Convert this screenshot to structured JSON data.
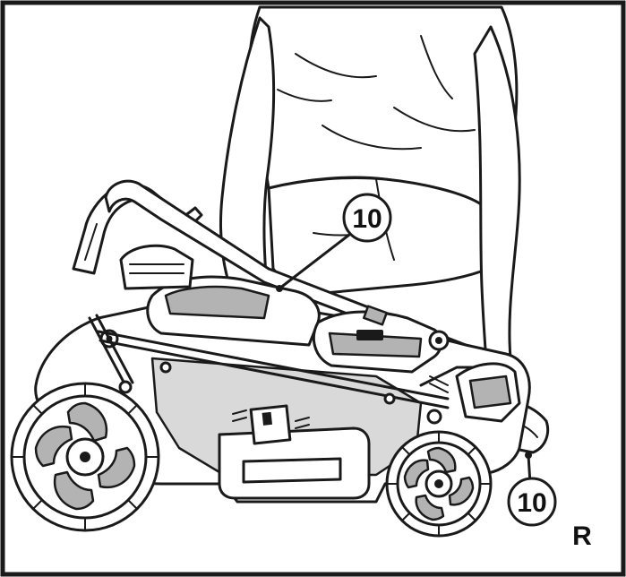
{
  "figure": {
    "callouts": [
      {
        "label": "10"
      },
      {
        "label": "10"
      }
    ],
    "figure_letter": "R",
    "ink_color": "#1a1a1a",
    "fill_grey": "#b3b3b3",
    "fill_light_grey": "#d9d9d9"
  }
}
